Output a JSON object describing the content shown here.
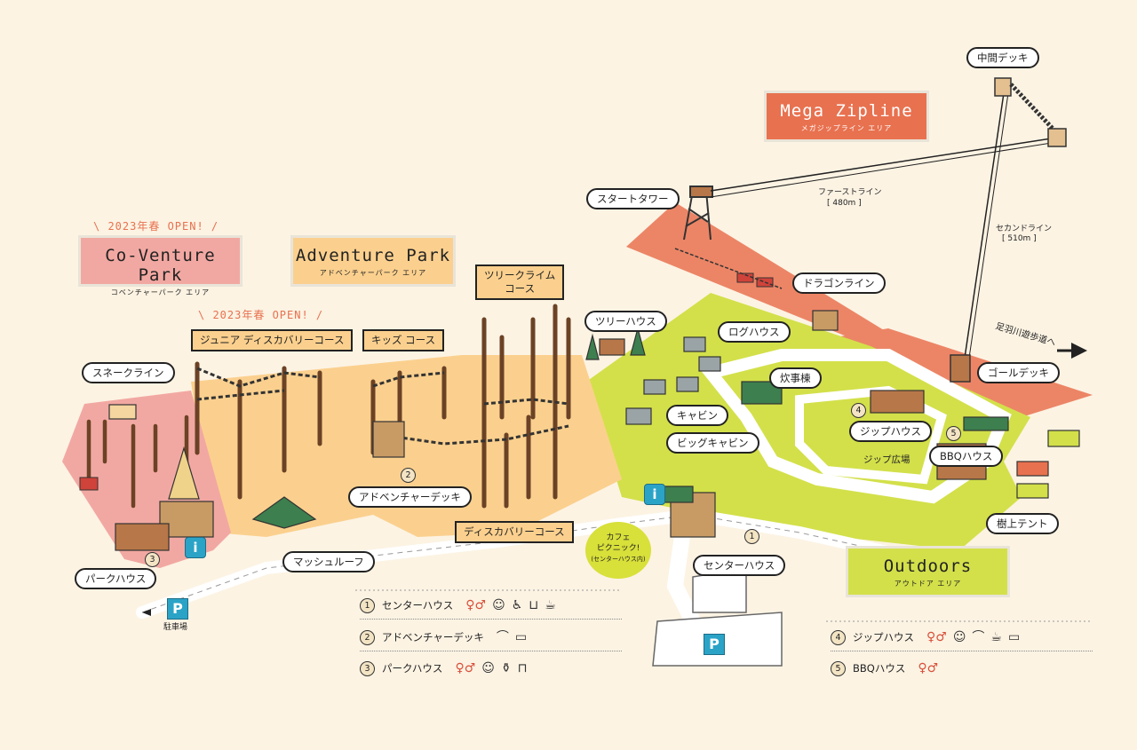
{
  "areas": {
    "co_venture": {
      "title": "Co-Venture Park",
      "subtitle": "コベンチャーパーク エリア",
      "open_note": "\\ 2023年春 OPEN! /"
    },
    "adventure": {
      "title": "Adventure Park",
      "subtitle": "アドベンチャーパーク エリア",
      "open_note": "\\ 2023年春 OPEN! /"
    },
    "mega_zipline": {
      "title": "Mega Zipline",
      "subtitle": "メガジップライン エリア"
    },
    "outdoors": {
      "title": "Outdoors",
      "subtitle": "アウトドア エリア"
    }
  },
  "labels": {
    "chukan_deck": "中間デッキ",
    "start_tower": "スタートタワー",
    "first_line": "ファーストライン",
    "first_line_len": "[ 480m ]",
    "second_line": "セカンドライン",
    "second_line_len": "[ 510m ]",
    "dragon_line": "ドラゴンライン",
    "ashiba_path": "足羽川遊歩道へ",
    "goal_deck": "ゴールデッキ",
    "tree_climb": "ツリークライム\nコース",
    "tree_house": "ツリーハウス",
    "log_house": "ログハウス",
    "junior_course": "ジュニア ディスカバリーコース",
    "kids_course": "キッズ コース",
    "snake_line": "スネークライン",
    "suiji_tou": "炊事棟",
    "cabin": "キャビン",
    "big_cabin": "ビッグキャビン",
    "zip_house": "ジップハウス",
    "bbq_house": "BBQハウス",
    "zip_hiroba": "ジップ広場",
    "jujo_tent": "樹上テント",
    "adventure_deck": "アドベンチャーデッキ",
    "discovery_course": "ディスカバリーコース",
    "mushroom_roof": "マッシュルーフ",
    "park_house": "パークハウス",
    "center_house": "センターハウス",
    "parking": "駐車場",
    "cafe_line1": "カフェ",
    "cafe_line2": "ピクニック!",
    "cafe_line3": "(センターハウス内)"
  },
  "markers": {
    "p": "P",
    "i": "i",
    "n1": "1",
    "n2": "2",
    "n3": "3",
    "n4": "4",
    "n5": "5"
  },
  "legend": [
    {
      "num": "1",
      "name": "センターハウス",
      "icons": [
        "toilet-icon",
        "baby-icon",
        "wheelchair-icon",
        "baby-bed-icon",
        "drink-icon"
      ]
    },
    {
      "num": "2",
      "name": "アドベンチャーデッキ",
      "icons": [
        "hanger-icon",
        "locker-icon"
      ]
    },
    {
      "num": "3",
      "name": "パークハウス",
      "icons": [
        "toilet-icon",
        "baby-icon",
        "bottle-icon",
        "counter-icon"
      ]
    },
    {
      "num": "4",
      "name": "ジップハウス",
      "icons": [
        "toilet-icon",
        "baby-icon",
        "hanger-icon",
        "drink-icon",
        "locker-icon"
      ]
    },
    {
      "num": "5",
      "name": "BBQハウス",
      "icons": [
        "toilet-icon"
      ]
    }
  ],
  "colors": {
    "background": "#fcf3e3",
    "co_venture": "#f2a8a2",
    "adventure": "#fbd08e",
    "mega_zipline": "#e8714f",
    "outdoors": "#d3e04a",
    "path": "#ffffff"
  }
}
